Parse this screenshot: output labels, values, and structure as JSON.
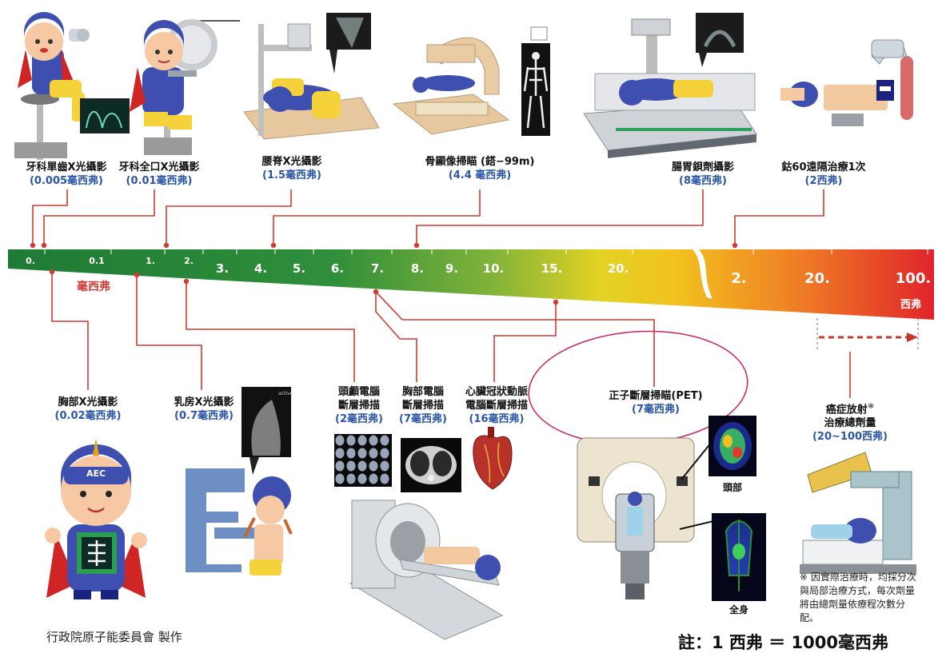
{
  "colors": {
    "connector": "#d23a32",
    "dose_text": "#2a55a8",
    "label_text": "#111111",
    "pet_circle": "#c8275a",
    "arrow": "#c0392b"
  },
  "scale": {
    "ticks_msv": [
      "0.",
      "0.1",
      "1.",
      "2.",
      "3.",
      "4.",
      "5.",
      "6.",
      "7.",
      "8.",
      "9.",
      "10.",
      "15.",
      "20."
    ],
    "ticks_sv": [
      "2.",
      "20.",
      "100."
    ],
    "unit_msv": "毫西弗",
    "unit_sv": "西弗"
  },
  "top_items": [
    {
      "name": "牙科單齒X光攝影",
      "dose": "(0.005毫西弗)",
      "icon": "dental-single-xray-illustration"
    },
    {
      "name": "牙科全口X光攝影",
      "dose": "(0.01毫西弗)",
      "icon": "dental-panoramic-xray-illustration"
    },
    {
      "name": "腰脊X光攝影",
      "dose": "(1.5毫西弗)",
      "icon": "lumbar-xray-illustration"
    },
    {
      "name": "骨顯像掃瞄 (鎝−99m)",
      "dose": "(4.4 毫西弗)",
      "icon": "bone-scan-illustration"
    },
    {
      "name": "腸胃鋇劑攝影",
      "dose": "(8毫西弗)",
      "icon": "barium-gi-illustration"
    },
    {
      "name": "鈷60遠隔治療1次",
      "dose": "(2西弗)",
      "icon": "cobalt60-teletherapy-illustration"
    }
  ],
  "bottom_items": [
    {
      "name": "胸部X光攝影",
      "dose": "(0.02毫西弗)",
      "icon": "chest-xray-mascot-illustration"
    },
    {
      "name": "乳房X光攝影",
      "dose": "(0.7毫西弗)",
      "icon": "mammography-illustration"
    },
    {
      "name_line1": "頭顱電腦",
      "name_line2": "斷層掃描",
      "dose": "(2毫西弗)",
      "icon": "head-ct-slices-icon"
    },
    {
      "name_line1": "胸部電腦",
      "name_line2": "斷層掃描",
      "dose": "(7毫西弗)",
      "icon": "chest-ct-image-icon"
    },
    {
      "name_line1": "心臟冠狀動脈",
      "name_line2": "電腦斷層掃描",
      "dose": "(16毫西弗)",
      "icon": "heart-icon"
    },
    {
      "name": "正子斷層掃瞄(PET)",
      "dose": "(7毫西弗)",
      "icon": "pet-scanner-illustration"
    },
    {
      "name_line1": "癌症放射",
      "name_line1_mark": "※",
      "name_line2": "治療總劑量",
      "dose": "(20~100西弗)",
      "icon": "radiotherapy-illustration"
    }
  ],
  "pet_labels": {
    "head": "頭部",
    "body": "全身"
  },
  "mascot_badge": "AEC",
  "mammo_tag": "active",
  "footnote": "※ 因實際治療時，均採分次與局部治療方式，每次劑量將由總劑量依療程次數分配。",
  "credit": "行政院原子能委員會  製作",
  "note": "註：1 西弗 ＝ 1000毫西弗"
}
